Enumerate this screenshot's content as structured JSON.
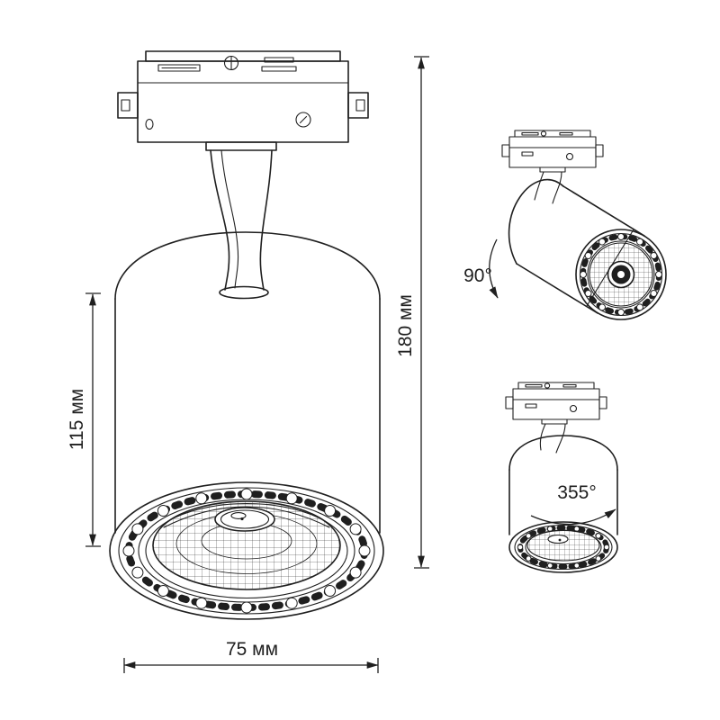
{
  "colors": {
    "background": "#ffffff",
    "line": "#1f1f1f"
  },
  "front_view": {
    "label_body_height": "115 мм",
    "label_total_height": "180 мм",
    "label_diameter": "75 мм"
  },
  "tilt_view": {
    "label_rotation": "90°"
  },
  "swivel_view": {
    "label_rotation": "355°"
  }
}
